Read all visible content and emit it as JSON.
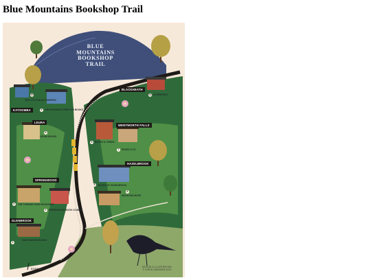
{
  "page": {
    "heading": "Blue Mountains Bookshop Trail"
  },
  "map": {
    "title_lines": [
      "BLUE",
      "MOUNTAINS",
      "BOOKSHOP",
      "TRAIL"
    ],
    "towns": [
      "BLACKHEATH",
      "KATOOMBA",
      "LEURA",
      "WENTWORTH FALLS",
      "HAZELBROOK",
      "SPRINGWOOD",
      "GLENBROOK"
    ],
    "shops": [
      {
        "number": "1",
        "name": "MAD DRAGON BOOKS"
      },
      {
        "number": "2",
        "name": "THE TURNING PAGE BOOKSHOP"
      },
      {
        "number": "3",
        "name": "SPRINGWOOD BOOK LOUNGE"
      },
      {
        "number": "4",
        "name": "BOOKS & THINGS"
      },
      {
        "number": "5",
        "name": "BOOKS AT HAZELBROOK"
      },
      {
        "number": "6",
        "name": "MOUNTAIN MUSE"
      },
      {
        "number": "7",
        "name": "PAGES & CO"
      },
      {
        "number": "8",
        "name": "LEURA BOOKS"
      },
      {
        "number": "9",
        "name": "MR PICKWICK'S FINE OLD BOOKS"
      },
      {
        "number": "10",
        "name": "THE LITTLE BOOK BURROW"
      },
      {
        "number": "11",
        "name": "GLEEBOOKS"
      }
    ],
    "sydney_label": "SYDNEY",
    "credit_lines": [
      "DESIGN & ILLUSTRATION",
      "© CHRIS GARDNER 2022"
    ]
  },
  "colors": {
    "background": "#ffffff",
    "poster_bg": "#f7e9da",
    "mountain": "#3f4f7a",
    "forest": "#2f6b3a",
    "forest_light": "#4f8f47",
    "road": "#1e1a17",
    "rail": "#d9d2c4",
    "train": "#e3b52f"
  },
  "icons": [
    "tree-icon",
    "shop-icon",
    "train-icon",
    "bird-icon",
    "flower-icon",
    "pin-icon"
  ]
}
